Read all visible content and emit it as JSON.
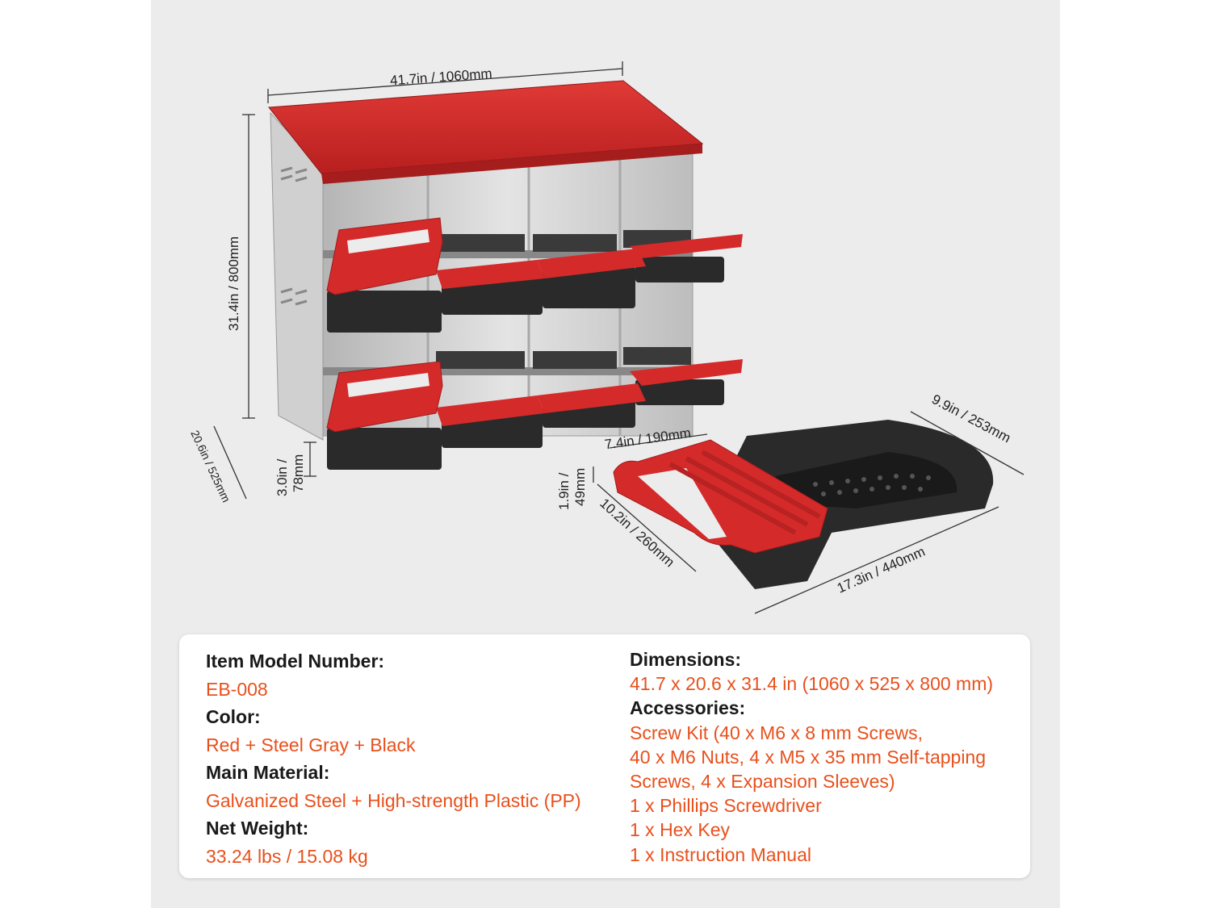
{
  "dimensions_labels": {
    "overall_width": "41.7in / 1060mm",
    "overall_height": "31.4in / 800mm",
    "overall_depth": "20.6in / 525mm",
    "opening_height_line1": "3.0in /",
    "opening_height_line2": "78mm",
    "box_width": "7.4in / 190mm",
    "box_depth": "9.9in / 253mm",
    "box_height_line1": "1.9in /",
    "box_height_line2": "49mm",
    "box_inner": "10.2in / 260mm",
    "box_length": "17.3in / 440mm"
  },
  "specs": {
    "model_label": "Item Model Number:",
    "model_value": "EB-008",
    "color_label": "Color:",
    "color_value": "Red + Steel Gray + Black",
    "material_label": "Main Material:",
    "material_value": "Galvanized Steel + High-strength Plastic (PP)",
    "weight_label": "Net Weight:",
    "weight_value": "33.24 lbs / 15.08 kg",
    "dimensions_label": "Dimensions:",
    "dimensions_value": "41.7 x 20.6 x 31.4 in (1060 x 525 x 800 mm)",
    "accessories_label": "Accessories:",
    "accessories_lines": [
      "Screw Kit (40 x M6 x 8 mm Screws,",
      "40 x M6 Nuts, 4 x M5 x 35 mm Self-tapping",
      "Screws, 4 x Expansion Sleeves)",
      "1 x Phillips Screwdriver",
      "1 x Hex Key",
      "1 x Instruction Manual"
    ]
  },
  "colors": {
    "accent_text": "#e8501c",
    "roof_red": "#d42a2a",
    "steel": "#c9c9c9",
    "tray_black": "#2a2a2a",
    "background": "#ececec"
  }
}
